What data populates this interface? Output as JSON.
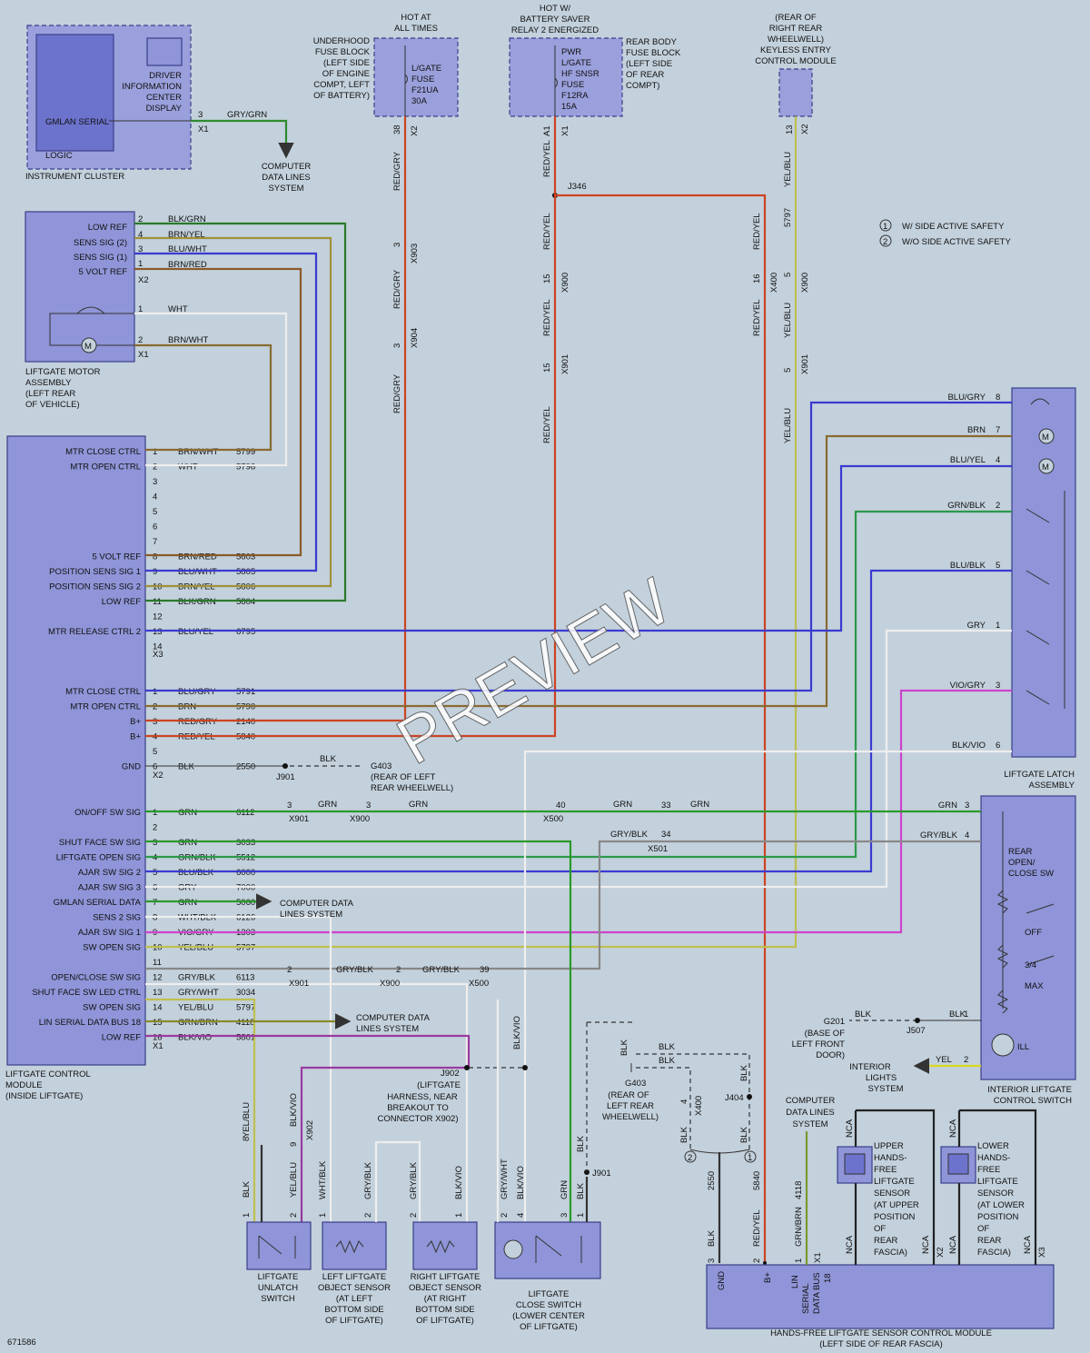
{
  "diagram_id": "671586",
  "watermark": "PREVIEW",
  "colors": {
    "bg": "#c3d1dc",
    "module": "#8f95d8"
  },
  "modules": {
    "instrument_cluster": {
      "name": "INSTRUMENT CLUSTER",
      "inner": "DRIVER INFORMATION CENTER DISPLAY",
      "gmlan": "GMLAN SERIAL",
      "logic": "LOGIC",
      "pin": "3",
      "conn": "X1",
      "wire": "GRY/GRN",
      "target": "COMPUTER DATA LINES SYSTEM"
    },
    "underhood_fuse": {
      "name": "UNDERHOOD FUSE BLOCK (LEFT SIDE OF ENGINE COMPT, LEFT OF BATTERY)",
      "hot": "HOT AT ALL TIMES",
      "fuse": "L/GATE FUSE F21UA 30A",
      "pin": "38",
      "conn": "X2"
    },
    "rear_body_fuse": {
      "name": "REAR BODY FUSE BLOCK (LEFT SIDE OF REAR COMPT)",
      "hot": "HOT W/ BATTERY SAVER RELAY 2 ENERGIZED",
      "fuse": "PWR L/GATE HF SNSR FUSE F12RA 15A",
      "pin": "A1",
      "conn": "X1",
      "splice": "J346"
    },
    "keyless": {
      "name": "(REAR OF RIGHT REAR WHEELWELL) KEYLESS ENTRY CONTROL MODULE",
      "pin": "13",
      "conn": "X2",
      "wire": "YEL/BLU",
      "circuit": "5797"
    },
    "motor": {
      "name": "LIFTGATE MOTOR ASSEMBLY (LEFT REAR OF VEHICLE)"
    },
    "lcm": {
      "name": "LIFTGATE CONTROL MODULE (INSIDE LIFTGATE)"
    },
    "latch": {
      "name": "LIFTGATE LATCH ASSEMBLY"
    },
    "interior_switch": {
      "name": "INTERIOR LIFTGATE CONTROL SWITCH",
      "sw": "REAR OPEN/ CLOSE SW",
      "off": "OFF",
      "mid": "3/4",
      "max": "MAX",
      "ill": "ILL"
    },
    "hands_free": {
      "name": "HANDS-FREE LIFTGATE SENSOR CONTROL MODULE (LEFT SIDE OF REAR FASCIA)",
      "gnd": "GND",
      "bplus": "B+",
      "lin": "LIN SERIAL DATA BUS 18"
    },
    "upper_sensor": {
      "name": "UPPER HANDS-FREE LIFTGATE SENSOR (AT UPPER POSITION OF REAR FASCIA)"
    },
    "lower_sensor": {
      "name": "LOWER HANDS-FREE LIFTGATE SENSOR (AT LOWER POSITION OF REAR FASCIA)"
    },
    "unlatch_switch": {
      "name": "LIFTGATE UNLATCH SWITCH"
    },
    "left_object": {
      "name": "LEFT LIFTGATE OBJECT SENSOR (AT LEFT BOTTOM SIDE OF LIFTGATE)"
    },
    "right_object": {
      "name": "RIGHT LIFTGATE OBJECT SENSOR (AT RIGHT BOTTOM SIDE OF LIFTGATE)"
    },
    "close_switch": {
      "name": "LIFTGATE CLOSE SWITCH (LOWER CENTER OF LIFTGATE)"
    }
  },
  "legend": [
    {
      "num": "1",
      "text": "W/ SIDE ACTIVE SAFETY"
    },
    {
      "num": "2",
      "text": "W/O SIDE ACTIVE SAFETY"
    }
  ],
  "motor_pins": [
    {
      "label": "LOW REF",
      "pin": "2",
      "wire": "BLK/GRN"
    },
    {
      "label": "SENS SIG (2)",
      "pin": "4",
      "wire": "BRN/YEL"
    },
    {
      "label": "SENS SIG (1)",
      "pin": "3",
      "wire": "BLU/WHT"
    },
    {
      "label": "5 VOLT REF",
      "pin": "1",
      "wire": "BRN/RED"
    },
    {
      "label": "",
      "pin": "1",
      "wire": "WHT"
    },
    {
      "label": "",
      "pin": "2",
      "wire": "BRN/WHT"
    }
  ],
  "lcm_x2": [
    {
      "pin": "1",
      "label": "MTR CLOSE CTRL",
      "wire": "BRN/WHT",
      "circuit": "5799"
    },
    {
      "pin": "2",
      "label": "MTR OPEN CTRL",
      "wire": "WHT",
      "circuit": "5798"
    },
    {
      "pin": "3",
      "label": "",
      "wire": "",
      "circuit": ""
    },
    {
      "pin": "4",
      "label": "",
      "wire": "",
      "circuit": ""
    },
    {
      "pin": "5",
      "label": "",
      "wire": "",
      "circuit": ""
    },
    {
      "pin": "6",
      "label": "",
      "wire": "",
      "circuit": ""
    },
    {
      "pin": "7",
      "label": "",
      "wire": "",
      "circuit": ""
    },
    {
      "pin": "8",
      "label": "5 VOLT REF",
      "wire": "BRN/RED",
      "circuit": "5803"
    },
    {
      "pin": "9",
      "label": "POSITION SENS SIG 1",
      "wire": "BLU/WHT",
      "circuit": "5805"
    },
    {
      "pin": "10",
      "label": "POSITION SENS SIG 2",
      "wire": "BRN/YEL",
      "circuit": "5806"
    },
    {
      "pin": "11",
      "label": "LOW REF",
      "wire": "BLK/GRN",
      "circuit": "5804"
    },
    {
      "pin": "12",
      "label": "",
      "wire": "",
      "circuit": ""
    },
    {
      "pin": "13",
      "label": "MTR RELEASE CTRL 2",
      "wire": "BLU/YEL",
      "circuit": "6795"
    },
    {
      "pin": "14",
      "label": "",
      "wire": "",
      "circuit": ""
    }
  ],
  "lcm_x3": [
    {
      "pin": "1",
      "label": "MTR CLOSE CTRL",
      "wire": "BLU/GRY",
      "circuit": "5791"
    },
    {
      "pin": "2",
      "label": "MTR OPEN CTRL",
      "wire": "BRN",
      "circuit": "5790"
    },
    {
      "pin": "3",
      "label": "B+",
      "wire": "RED/GRY",
      "circuit": "2140"
    },
    {
      "pin": "4",
      "label": "B+",
      "wire": "RED/YEL",
      "circuit": "5840"
    },
    {
      "pin": "5",
      "label": "",
      "wire": "",
      "circuit": ""
    },
    {
      "pin": "6",
      "label": "GND",
      "wire": "BLK",
      "circuit": "2550"
    }
  ],
  "lcm_x1": [
    {
      "pin": "1",
      "label": "ON/OFF SW SIG",
      "wire": "GRN",
      "circuit": "6112"
    },
    {
      "pin": "2",
      "label": "",
      "wire": "",
      "circuit": ""
    },
    {
      "pin": "3",
      "label": "SHUT FACE SW SIG",
      "wire": "GRN",
      "circuit": "3033"
    },
    {
      "pin": "4",
      "label": "LIFTGATE OPEN SIG",
      "wire": "GRN/BLK",
      "circuit": "5512"
    },
    {
      "pin": "5",
      "label": "AJAR SW SIG 2",
      "wire": "BLU/BLK",
      "circuit": "6000"
    },
    {
      "pin": "6",
      "label": "AJAR SW SIG 3",
      "wire": "GRY",
      "circuit": "7000"
    },
    {
      "pin": "7",
      "label": "GMLAN SERIAL DATA",
      "wire": "GRN",
      "circuit": "5060"
    },
    {
      "pin": "8",
      "label": "SENS 2 SIG",
      "wire": "WHT/BLK",
      "circuit": "6126"
    },
    {
      "pin": "9",
      "label": "AJAR SW SIG 1",
      "wire": "VIO/GRY",
      "circuit": "1303"
    },
    {
      "pin": "10",
      "label": "SW OPEN SIG",
      "wire": "YEL/BLU",
      "circuit": "5797"
    },
    {
      "pin": "11",
      "label": "",
      "wire": "",
      "circuit": ""
    },
    {
      "pin": "12",
      "label": "OPEN/CLOSE SW SIG",
      "wire": "GRY/BLK",
      "circuit": "6113"
    },
    {
      "pin": "13",
      "label": "SHUT FACE SW LED CTRL",
      "wire": "GRY/WHT",
      "circuit": "3034"
    },
    {
      "pin": "14",
      "label": "SW OPEN SIG",
      "wire": "YEL/BLU",
      "circuit": "5797"
    },
    {
      "pin": "15",
      "label": "LIN SERIAL DATA BUS 18",
      "wire": "GRN/BRN",
      "circuit": "4118"
    },
    {
      "pin": "16",
      "label": "LOW REF",
      "wire": "BLK/VIO",
      "circuit": "5801"
    }
  ],
  "latch_pins": [
    {
      "wire": "BLU/GRY",
      "pin": "8"
    },
    {
      "wire": "BRN",
      "pin": "7"
    },
    {
      "wire": "BLU/YEL",
      "pin": "4"
    },
    {
      "wire": "GRN/BLK",
      "pin": "2"
    },
    {
      "wire": "BLU/BLK",
      "pin": "5"
    },
    {
      "wire": "GRY",
      "pin": "1"
    },
    {
      "wire": "VIO/GRY",
      "pin": "3"
    },
    {
      "wire": "BLK/VIO",
      "pin": "6"
    }
  ],
  "switch_pins": [
    {
      "wire": "GRN",
      "pin": "3"
    },
    {
      "wire": "GRY/BLK",
      "pin": "4"
    },
    {
      "wire": "BLK",
      "pin": "1"
    },
    {
      "wire": "YEL",
      "pin": "2"
    }
  ],
  "labels": {
    "x1": "X1",
    "x2": "X2",
    "x3": "X3",
    "x900": "X900",
    "x901": "X901",
    "x903": "X903",
    "x904": "X904",
    "x902": "X902",
    "x500": "X500",
    "x501": "X501",
    "x400": "X400",
    "redgry": "RED/GRY",
    "redyel": "RED/YEL",
    "yelblu": "YEL/BLU",
    "grn": "GRN",
    "gryblk": "GRY/BLK",
    "blk": "BLK",
    "blkvio": "BLK/VIO",
    "whtblk": "WHT/BLK",
    "grnbrn": "GRN/BRN",
    "gryblk2": "GRY/BLK",
    "yel": "YEL",
    "p3": "3",
    "p15": "15",
    "p16": "16",
    "p5": "5",
    "p40": "40",
    "p33": "33",
    "p34": "34",
    "p2": "2",
    "p39": "39",
    "p4": "4",
    "p8": "8",
    "p9": "9",
    "p1": "1",
    "p13": "13",
    "c5797": "5797",
    "c2550": "2550",
    "c5840": "5840",
    "c4118": "4118",
    "j901": "J901",
    "j902": "J902",
    "j507": "J507",
    "j404": "J404",
    "g403": "G403",
    "g403_desc": "(REAR OF LEFT REAR WHEELWELL)",
    "g201": "G201",
    "g201_desc": "(BASE OF LEFT FRONT DOOR)",
    "j902_desc": "(LIFTGATE HARNESS, NEAR BREAKOUT TO CONNECTOR X902)",
    "cdls": "COMPUTER DATA LINES SYSTEM",
    "interior_lights": "INTERIOR LIGHTS SYSTEM",
    "nca": "NCA",
    "circ1": "1",
    "circ2": "2"
  }
}
